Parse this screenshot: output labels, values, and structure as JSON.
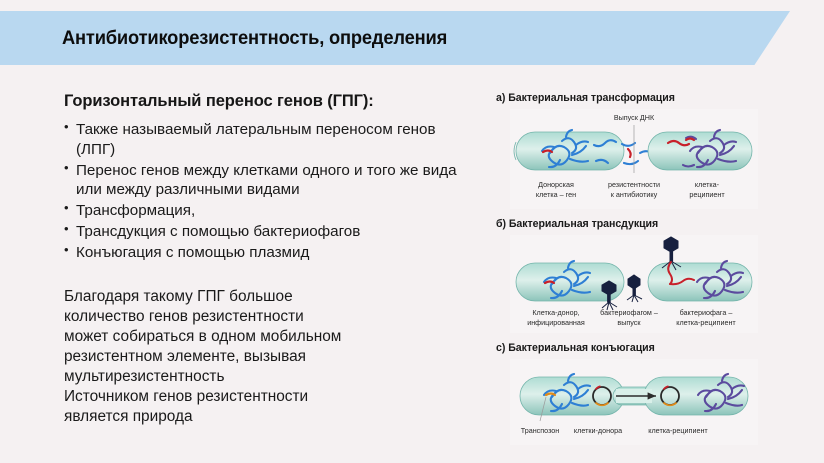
{
  "header": {
    "title": "Антибиотикорезистентность, определения",
    "banner_color": "#b9d8f0"
  },
  "page": {
    "background_color": "#f5f1f2",
    "text_color": "#1a1a1a"
  },
  "left_column": {
    "heading": "Горизонтальный перенос генов (ГПГ):",
    "bullets": [
      "Также называемый латеральным переносом генов (ЛПГ)",
      "Перенос генов между клетками одного и того же вида или между различными видами",
      "Трансформация,",
      "Трансдукция с помощью бактериофагов",
      "Конъюгация с помощью плазмид"
    ],
    "conclusion_lines": [
      "Благодаря такому ГПГ большое",
      "количество генов резистентности",
      "может собираться в одном мобильном",
      "резистентном элементе, вызывая",
      "мультирезистентность",
      "Источником генов резистентности",
      "является природа"
    ]
  },
  "figures": {
    "colors": {
      "cell_fill": "#9ccfc6",
      "cell_fill_light": "#d6ece7",
      "cell_stroke": "#6fb2a8",
      "dna_donor": "#2e7fd4",
      "dna_recipient": "#5b4b9e",
      "gene_red": "#c8202a",
      "phage": "#1d2a52",
      "plasmid_ring": "#2a2a2a",
      "plasmid_accent": "#e08b1a",
      "caption_text": "#2b2b2b",
      "panel_bg": "#f7f4f5"
    },
    "panels": [
      {
        "id": "transformation",
        "title": "а) Бактериальная трансформация",
        "top_label": "Выпуск ДНК",
        "captions": [
          [
            "Донорская",
            "клетка – ген"
          ],
          [
            "резистентности",
            "к антибиотику"
          ],
          [
            "клетка-",
            "реципиент"
          ]
        ]
      },
      {
        "id": "transduction",
        "title": "б) Бактериальная трансдукция",
        "top_label": "",
        "captions": [
          [
            "Клетка-донор,",
            "инфицированная"
          ],
          [
            "бактериофагом –",
            "выпуск"
          ],
          [
            "бактериофага –",
            "клетка-реципиент"
          ]
        ]
      },
      {
        "id": "conjugation",
        "title": "с) Бактериальная конъюгация",
        "top_label": "",
        "captions": [
          [
            "Транспозон"
          ],
          [
            "клетки-донора"
          ],
          [
            "клетка-реципиент"
          ]
        ]
      }
    ]
  }
}
